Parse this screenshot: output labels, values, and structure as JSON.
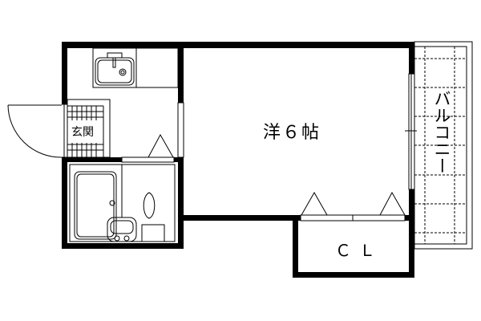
{
  "rooms": {
    "western_room": "洋６帖",
    "closet": "ＣＬ",
    "entrance": "玄関",
    "balcony": "バルコニー"
  },
  "colors": {
    "wall": "#000000",
    "background": "#ffffff"
  }
}
